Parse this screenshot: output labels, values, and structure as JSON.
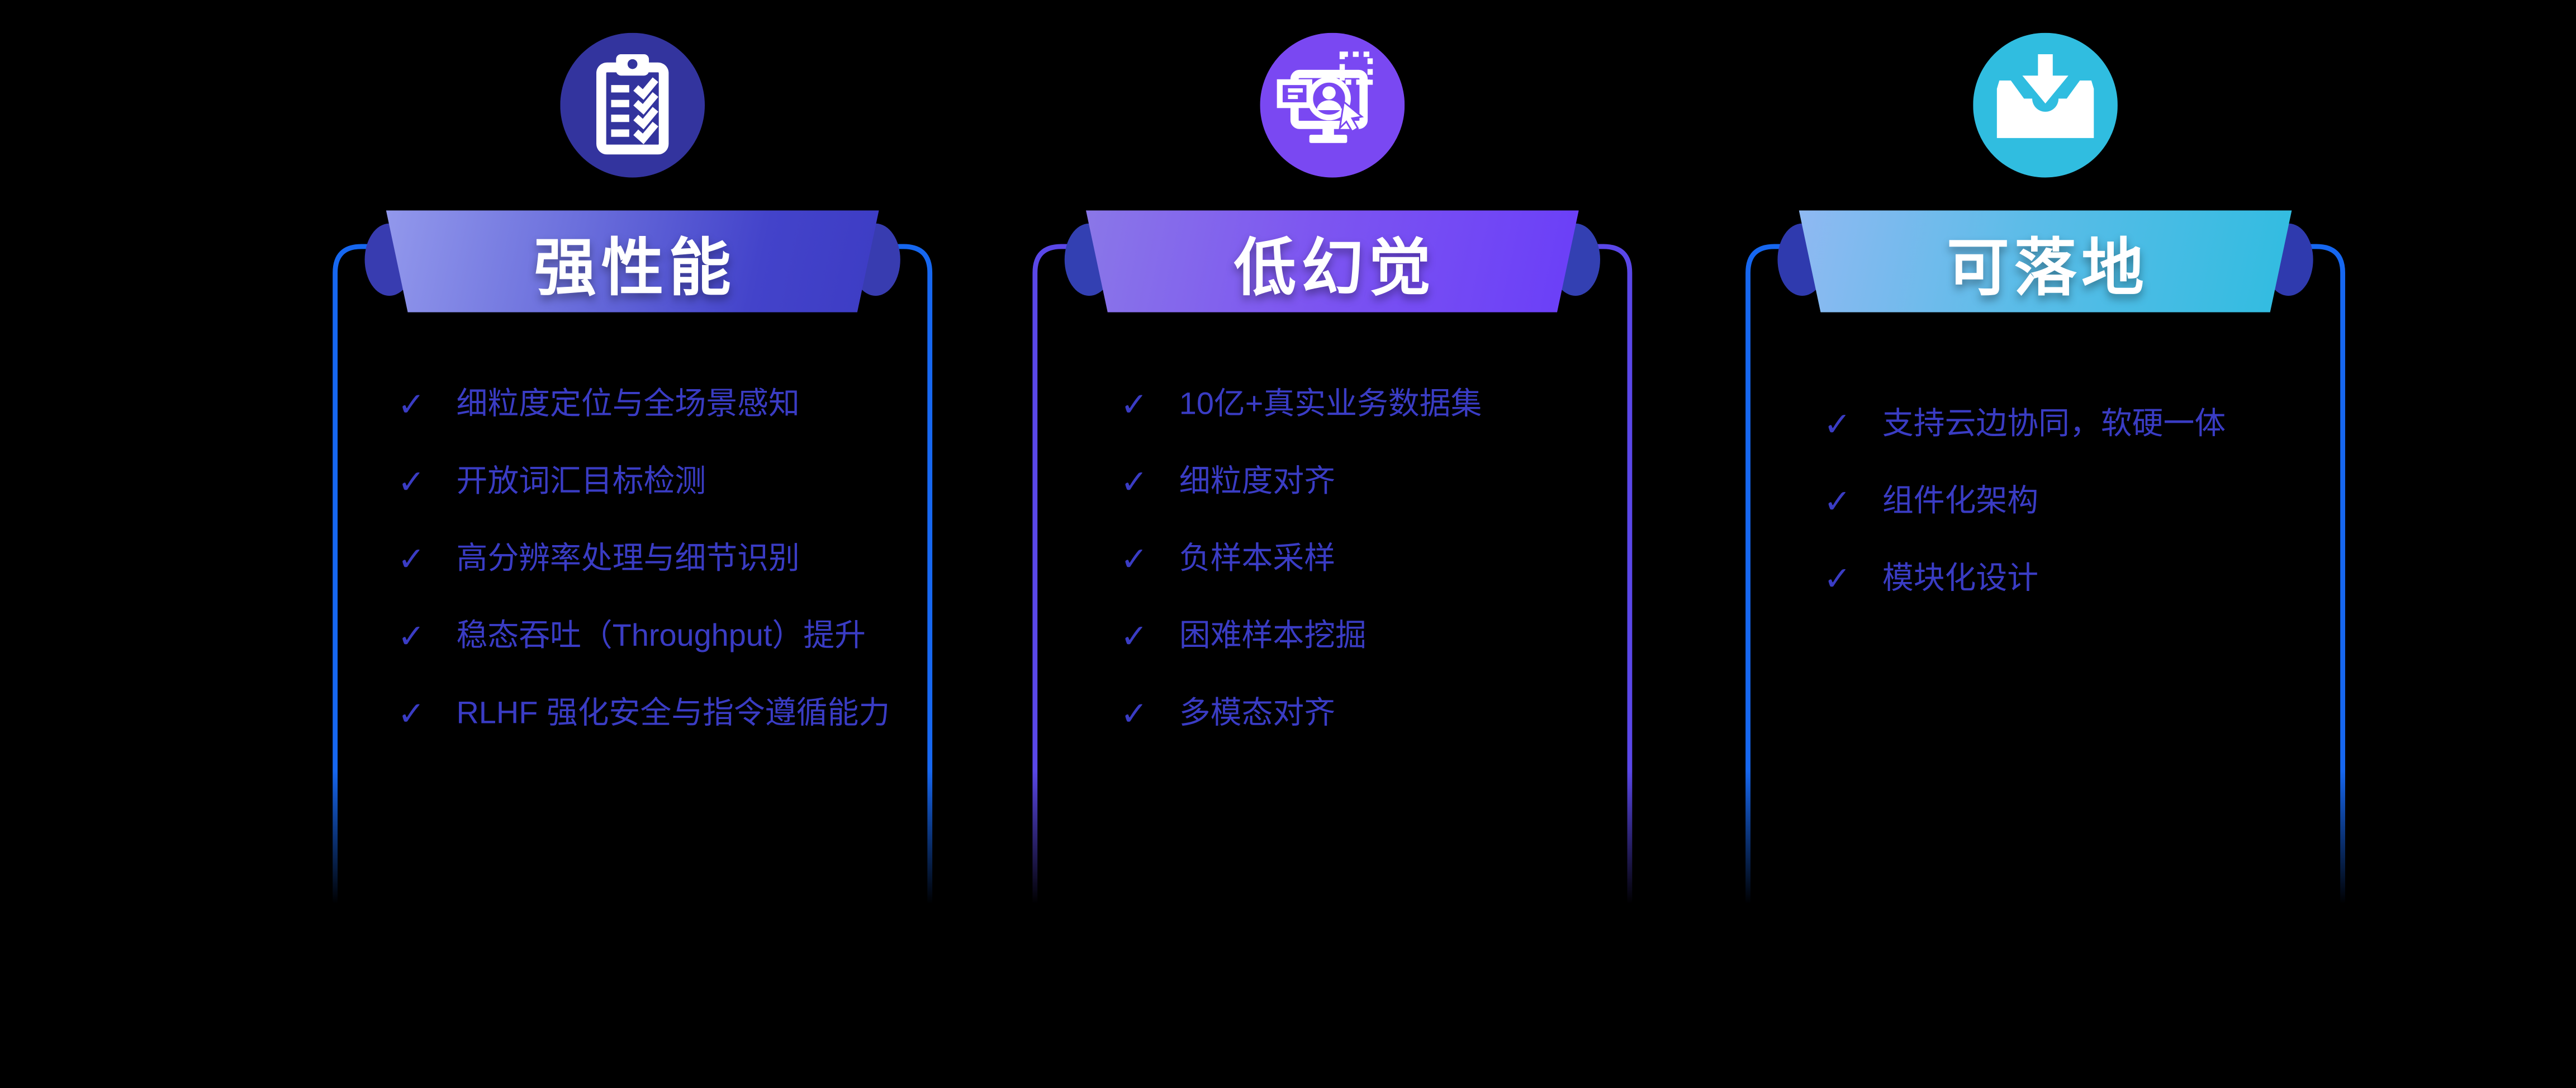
{
  "background": "#000000",
  "checkmark_glyph": "✓",
  "cards": [
    {
      "title": "强性能",
      "icon": "clipboard-checklist-icon",
      "colors": {
        "icon_circle": "#33349E",
        "banner_gradient_start": "#9298EC",
        "banner_gradient_end": "#3D3CC4",
        "banner_roll": "#383CB0",
        "card_border": "#1667F0",
        "item_text": "#3A3CC4"
      },
      "items": [
        "细粒度定位与全场景感知",
        "开放词汇目标检测",
        "高分辨率处理与细节识别",
        "稳态吞吐（Throughput）提升",
        "RLHF 强化安全与指令遵循能力"
      ]
    },
    {
      "title": "低幻觉",
      "icon": "monitor-annotation-icon",
      "colors": {
        "icon_circle": "#7A48F2",
        "banner_gradient_start": "#8A77E8",
        "banner_gradient_end": "#6A3EF8",
        "banner_roll": "#3340B2",
        "card_border": "#5A47E8",
        "item_text": "#3A3CC4"
      },
      "items": [
        "10亿+真实业务数据集",
        "细粒度对齐",
        "负样本采样",
        "困难样本挖掘",
        "多模态对齐"
      ]
    },
    {
      "title": "可落地",
      "icon": "inbox-download-icon",
      "colors": {
        "icon_circle": "#30BDE0",
        "banner_gradient_start": "#8FB9F2",
        "banner_gradient_end": "#30BCE0",
        "banner_roll": "#2F3AAE",
        "card_border": "#1667F0",
        "item_text": "#3A3CC4"
      },
      "items": [
        "支持云边协同，软硬一体",
        "组件化架构",
        "模块化设计"
      ]
    }
  ]
}
